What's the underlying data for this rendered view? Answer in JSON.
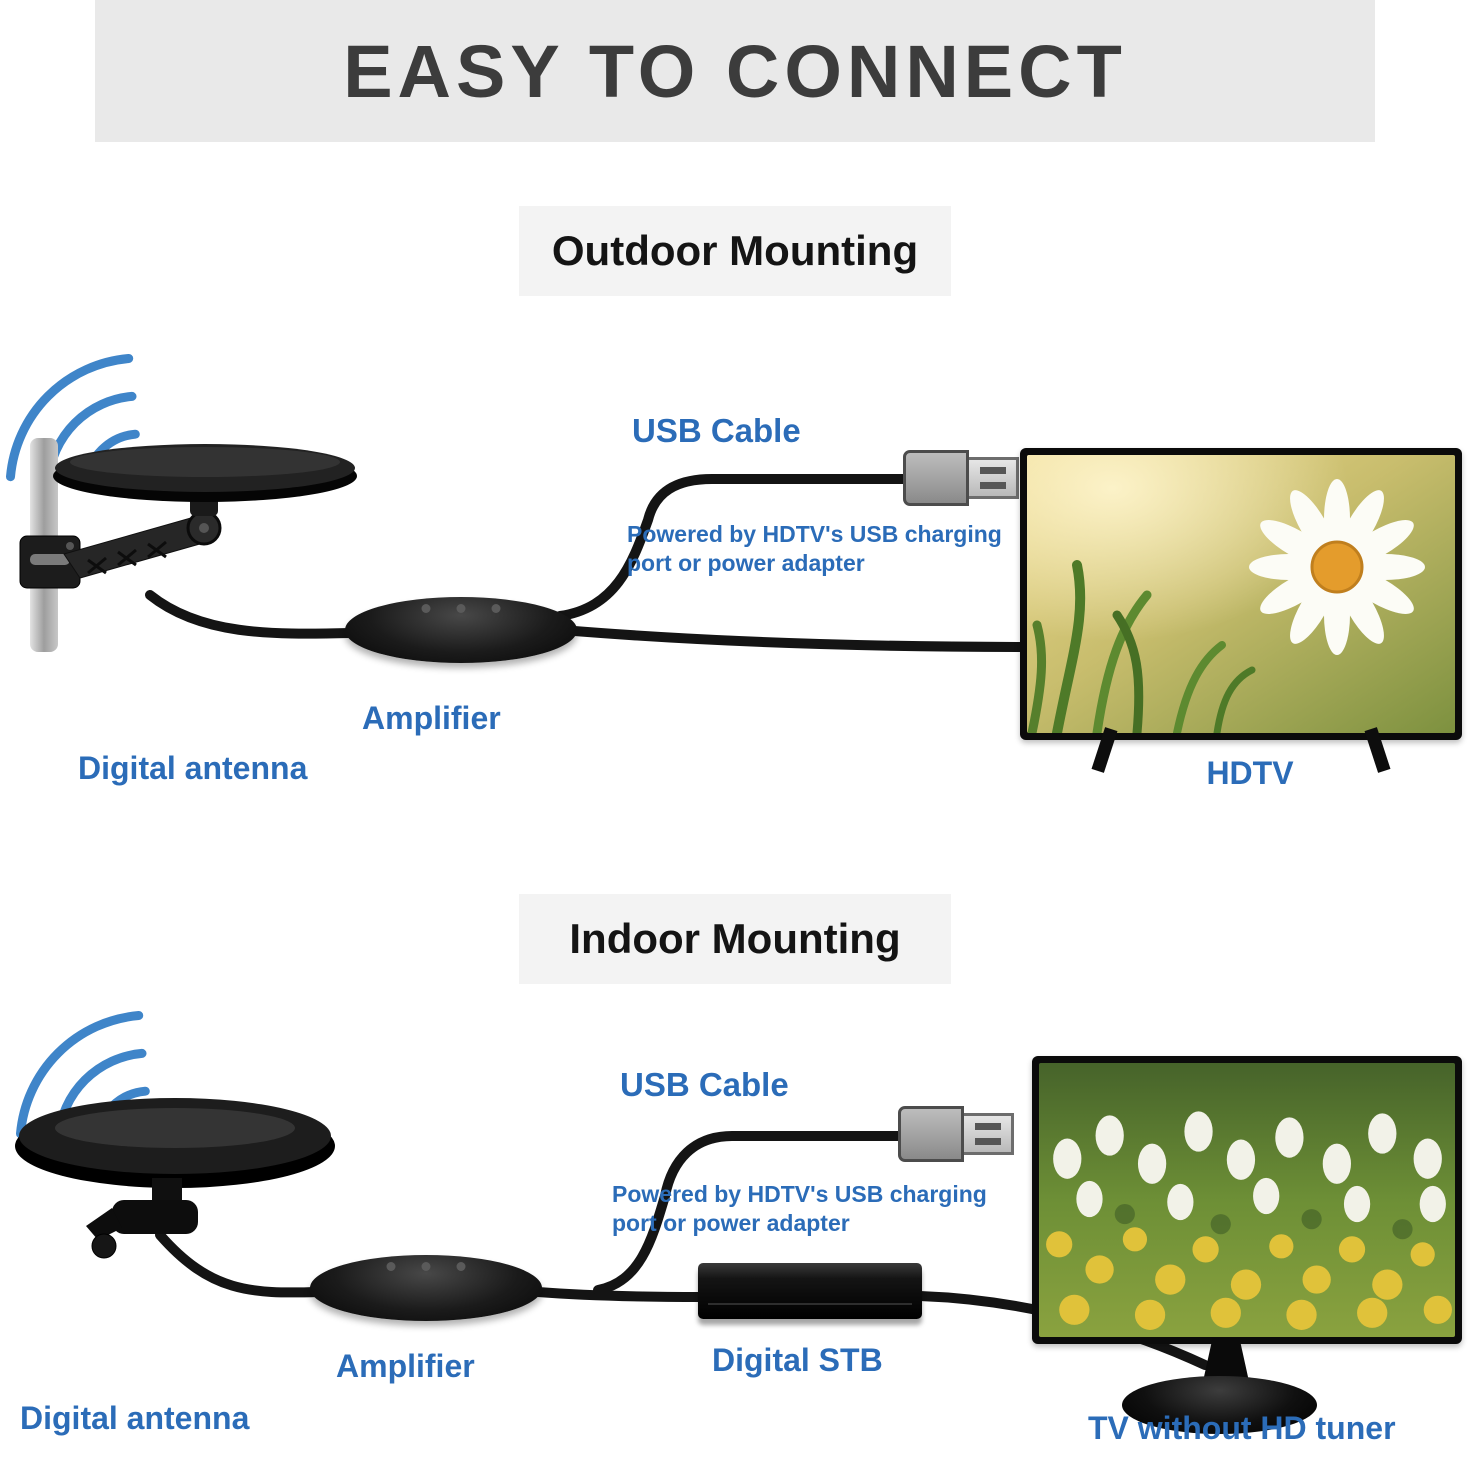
{
  "title": "EASY TO CONNECT",
  "colors": {
    "label_blue": "#2b6cb8",
    "wave_blue": "#3f85c9"
  },
  "outdoor": {
    "heading": "Outdoor Mounting",
    "usb_cable_label": "USB Cable",
    "powered_note_line1": "Powered by HDTV's USB charging",
    "powered_note_line2": "port or power adapter",
    "amplifier_label": "Amplifier",
    "antenna_label": "Digital antenna",
    "tv_label": "HDTV"
  },
  "indoor": {
    "heading": "Indoor Mounting",
    "usb_cable_label": "USB Cable",
    "powered_note_line1": "Powered by HDTV's USB charging",
    "powered_note_line2": "port or power adapter",
    "amplifier_label": "Amplifier",
    "stb_label": "Digital STB",
    "antenna_label": "Digital antenna",
    "tv_label": "TV without HD tuner"
  }
}
